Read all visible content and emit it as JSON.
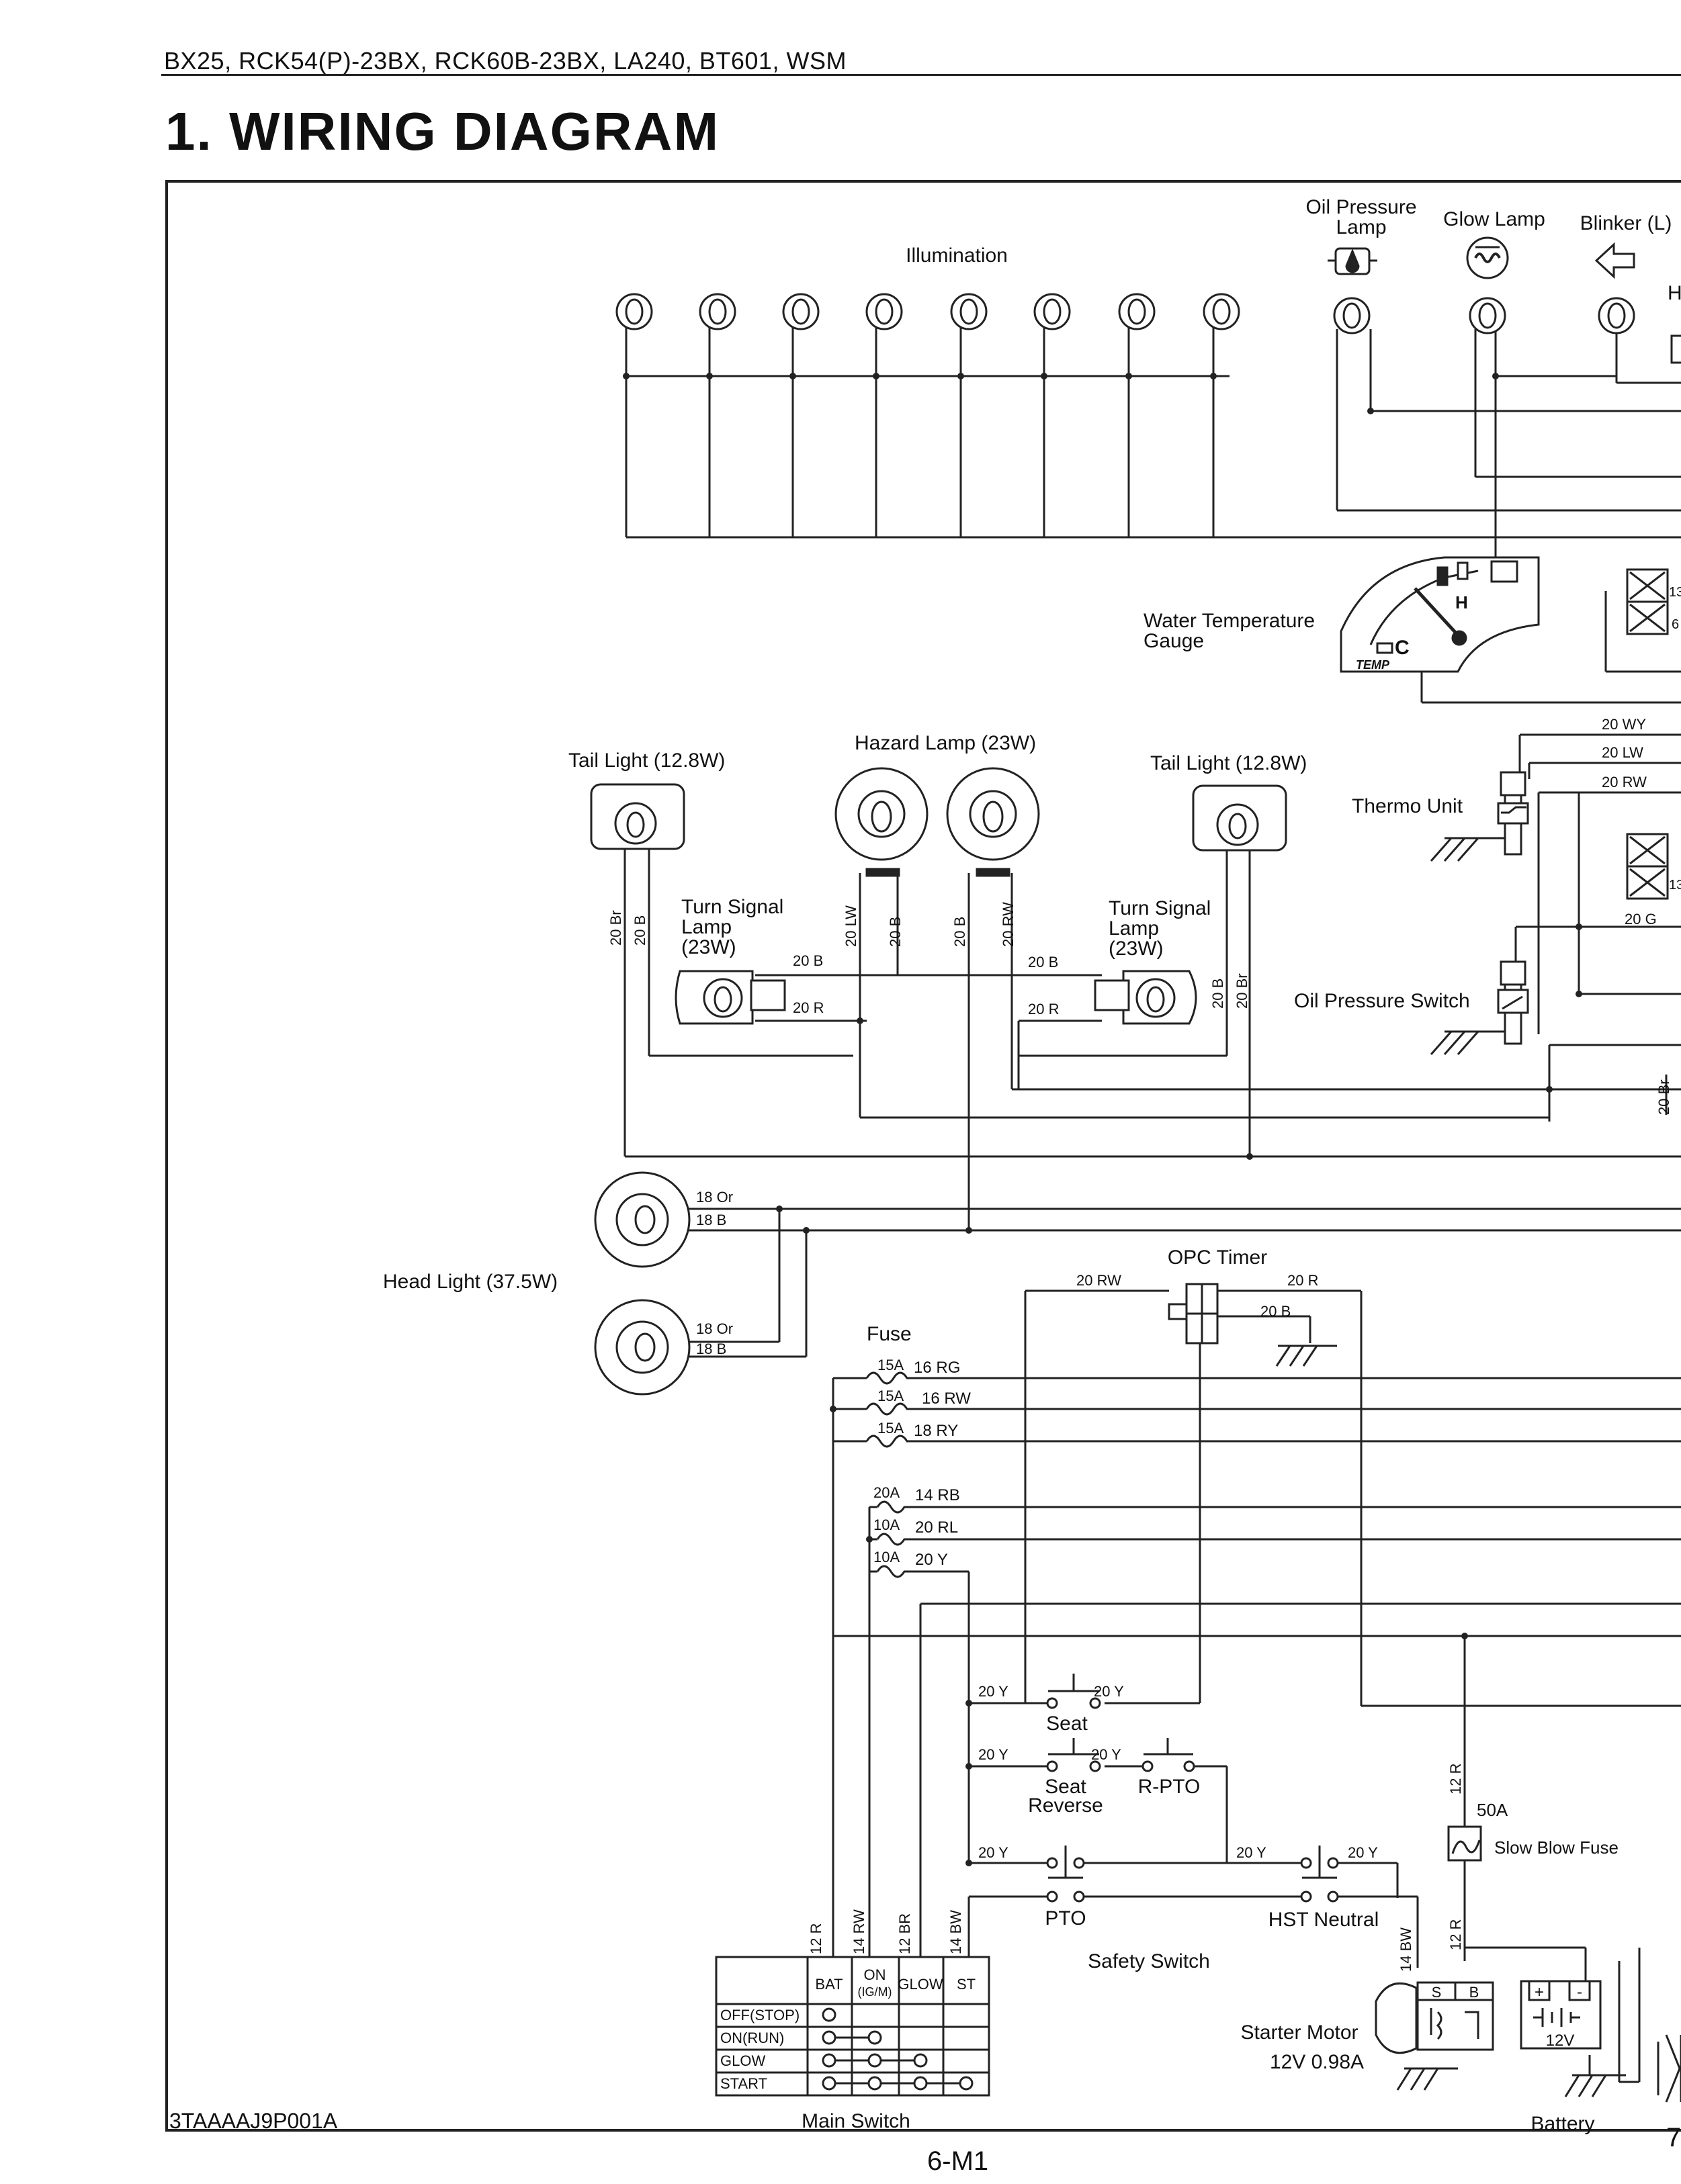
{
  "header": {
    "models": "BX25, RCK54(P)-23BX, RCK60B-23BX, LA240, BT601,  WSM",
    "title": "1. WIRING  DIAGRAM"
  },
  "footer": {
    "drawing_code": "3TAAAAJ9P001A",
    "page_number": "6-M1",
    "edge_number": "7"
  },
  "components": {
    "illumination": "Illumination",
    "oil_pressure_lamp": [
      "Oil Pressure",
      "Lamp"
    ],
    "glow_lamp": "Glow Lamp",
    "blinker_l": "Blinker (L)",
    "edge_letter": "H",
    "water_temp_gauge": [
      "Water Temperature",
      "Gauge"
    ],
    "gauge_temp": "TEMP",
    "gauge_h": "H",
    "gauge_c": "C",
    "tail_light_left": "Tail Light (12.8W)",
    "tail_light_right": "Tail Light (12.8W)",
    "hazard_lamp": "Hazard Lamp (23W)",
    "turn_signal_left": [
      "Turn Signal",
      "Lamp",
      "(23W)"
    ],
    "turn_signal_right": [
      "Turn Signal",
      "Lamp",
      "(23W)"
    ],
    "thermo_unit": "Thermo Unit",
    "oil_pressure_switch": "Oil Pressure Switch",
    "head_light": "Head Light (37.5W)",
    "opc_timer": "OPC Timer",
    "fuse": "Fuse",
    "seat": "Seat",
    "seat_reverse": [
      "Seat",
      "Reverse"
    ],
    "r_pto": "R-PTO",
    "pto": "PTO",
    "hst_neutral": "HST Neutral",
    "safety_switch": "Safety Switch",
    "slow_blow_fuse": "Slow Blow Fuse",
    "slow_blow_rating": "50A",
    "starter_motor": [
      "Starter Motor",
      "12V 0.98A"
    ],
    "battery": "Battery",
    "battery_voltage": "12V",
    "main_switch": "Main Switch",
    "starter_terminal_s": "S",
    "starter_terminal_b": "B",
    "battery_plus": "+",
    "battery_minus": "-",
    "edge_13": "13",
    "edge_6": "6"
  },
  "fuses": [
    {
      "rating": "15A",
      "wire": "16 RG"
    },
    {
      "rating": "15A",
      "wire": "16 RW"
    },
    {
      "rating": "15A",
      "wire": "18 RY"
    },
    {
      "rating": "20A",
      "wire": "14 RB"
    },
    {
      "rating": "10A",
      "wire": "20 RL"
    },
    {
      "rating": "10A",
      "wire": "20 Y"
    }
  ],
  "main_switch_table": {
    "columns": [
      "BAT",
      "ON (IG/M)",
      "GLOW",
      "ST"
    ],
    "rows": [
      "OFF(STOP)",
      "ON(RUN)",
      "GLOW",
      "START"
    ]
  },
  "wires": {
    "w20wy": "20 WY",
    "w20lw": "20 LW",
    "w20rw": "20 RW",
    "w20g": "20 G",
    "w20br_edge": "20 Br",
    "tl_l_br": "20 Br",
    "tl_l_b": "20 B",
    "tl_r_b": "20 B",
    "tl_r_br": "20 Br",
    "hz_lw": "20 LW",
    "hz_b1": "20 B",
    "hz_b2": "20 B",
    "hz_rw": "20 RW",
    "ts_l_b": "20 B",
    "ts_l_r": "20 R",
    "ts_r_b": "20 B",
    "ts_r_r": "20 R",
    "hl_or1": "18 Or",
    "hl_b1": "18 B",
    "hl_or2": "18 Or",
    "hl_b2": "18 B",
    "opc_rw": "20 RW",
    "opc_r": "20 R",
    "opc_b": "20 B",
    "seat_y1": "20 Y",
    "seat_y2": "20 Y",
    "rev_y1": "20 Y",
    "rev_y2": "20 Y",
    "pto_y": "20 Y",
    "hst_y1": "20 Y",
    "hst_y2": "20 Y",
    "ms_12r": "12 R",
    "ms_14rw": "14 RW",
    "ms_12br": "12 BR",
    "ms_14bw": "14 BW",
    "st_14bw": "14 BW",
    "st_12r": "12 R",
    "sbf_12r": "12 R"
  }
}
